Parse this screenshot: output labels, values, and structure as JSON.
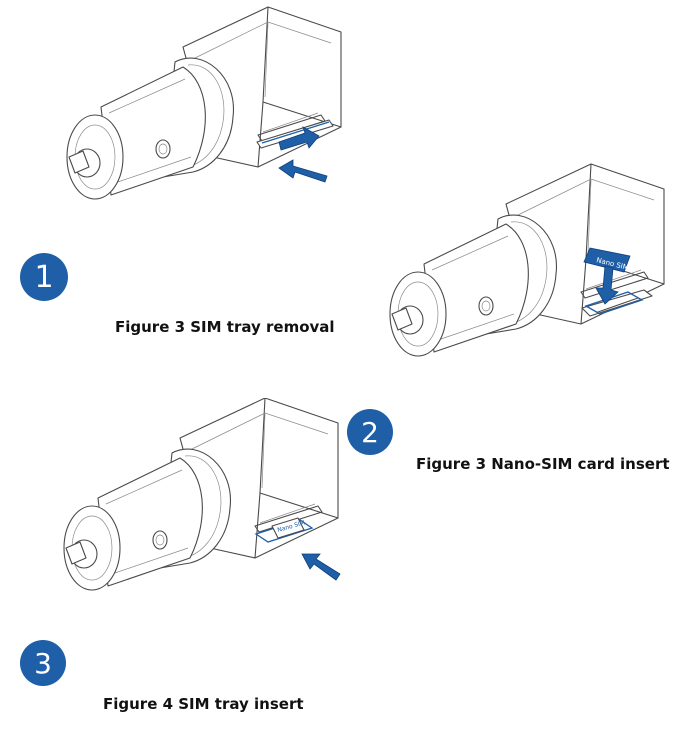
{
  "colors": {
    "accent": "#1f5fa8",
    "outline": "#4a4a4a"
  },
  "steps": [
    {
      "number": "1",
      "caption": "Figure 3 SIM tray removal"
    },
    {
      "number": "2",
      "caption": "Figure 3 Nano-SIM card insert"
    },
    {
      "number": "3",
      "caption": "Figure 4 SIM tray insert"
    }
  ],
  "illustrations": [
    {
      "name": "charger-tray-removal",
      "arrows": [
        "arrow-out",
        "arrow-push-pin"
      ]
    },
    {
      "name": "charger-card-insert",
      "arrows": [
        "arrow-down"
      ]
    },
    {
      "name": "charger-tray-insert",
      "arrows": [
        "arrow-in"
      ]
    }
  ],
  "card_label": "Nano SIM"
}
